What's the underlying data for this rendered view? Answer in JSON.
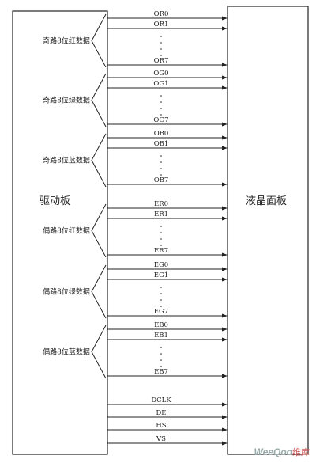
{
  "left_board": {
    "label": "驱动板"
  },
  "right_board": {
    "label": "液晶面板"
  },
  "groups": [
    {
      "label": "奇路8位红数据",
      "signals": [
        "OR0",
        "OR1",
        "OR7"
      ]
    },
    {
      "label": "奇路8位绿数据",
      "signals": [
        "OG0",
        "OG1",
        "OG7"
      ]
    },
    {
      "label": "奇路8位蓝数据",
      "signals": [
        "OB0",
        "OB1",
        "OB7"
      ]
    },
    {
      "label": "偶路8位红数据",
      "signals": [
        "ER0",
        "ER1",
        "ER7"
      ]
    },
    {
      "label": "偶路8位绿数据",
      "signals": [
        "EG0",
        "EG1",
        "EG7"
      ]
    },
    {
      "label": "偶路8位蓝数据",
      "signals": [
        "EB0",
        "EB1",
        "EB7"
      ]
    }
  ],
  "control_signals": [
    "DCLK",
    "DE",
    "HS",
    "VS"
  ],
  "watermark": {
    "brand": "WeeQoo",
    "cn": "维库"
  }
}
